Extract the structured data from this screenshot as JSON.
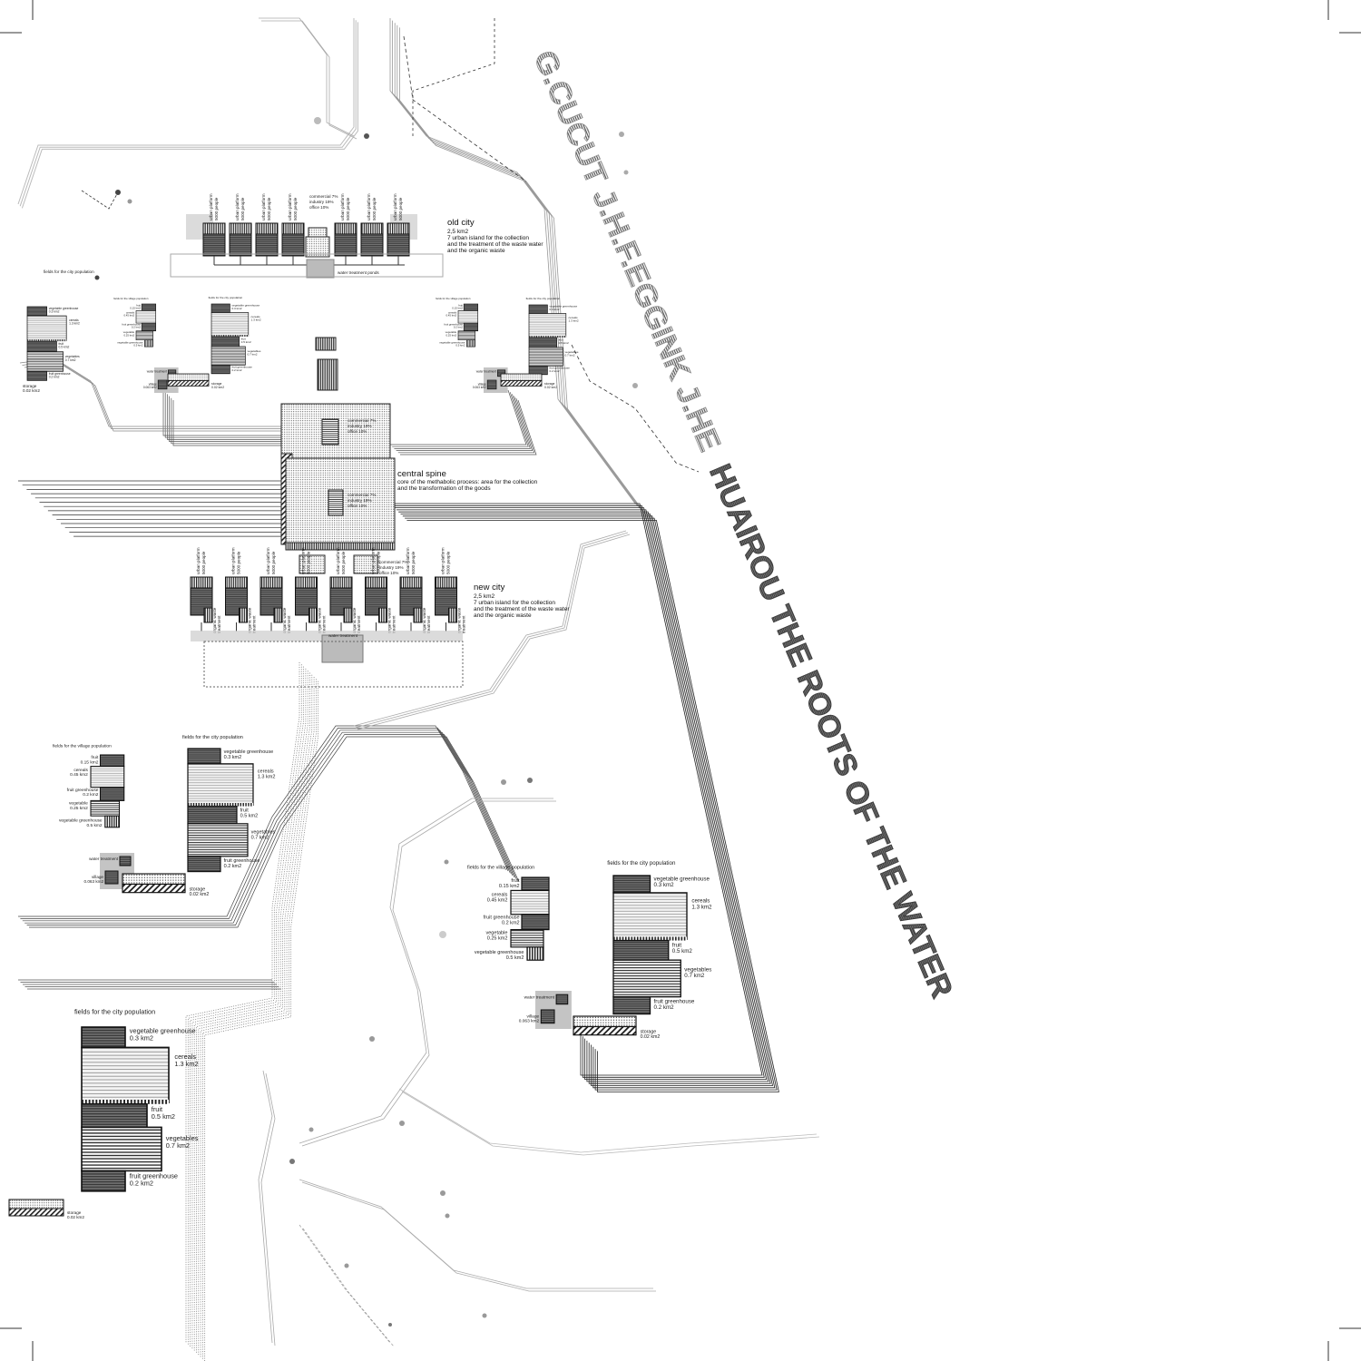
{
  "poster": {
    "authors": "G.CUCUT J.H.F.EGGINK J.HE",
    "title": "HUAIROU THE ROOTS OF THE WATER",
    "colors": {
      "ink": "#1a1a1a",
      "grey_road": "#b8b8b8",
      "shade": "#bdbdbd",
      "title_grey": "#8a8a8a",
      "title_dark": "#3a3a3a"
    }
  },
  "old_city": {
    "name": "old city",
    "area": "2,5 km2",
    "desc": [
      "7 urban island for the collection",
      "and the treatment of the waste water",
      "and the organic waste"
    ],
    "platform_label": [
      "urban platform",
      "5000 people"
    ],
    "mix": [
      "commercial 7%",
      "industry 19%",
      "office 10%"
    ],
    "ponds": "water treatment ponds"
  },
  "central_spine": {
    "name": "central spine",
    "desc": [
      "core of the methabolic process: area for the collection",
      "and the transformation of the goods"
    ],
    "mix": [
      "commercial 7%",
      "industry 19%",
      "office 10%"
    ]
  },
  "new_city": {
    "name": "new city",
    "area": "2,5 km2",
    "desc": [
      "7 urban island for the collection",
      "and the treatment of the waste water",
      "and the organic waste"
    ],
    "platform_label": [
      "urban platform",
      "5000 people"
    ],
    "mix": [
      "commercial 7%",
      "industry 19%",
      "office 10%"
    ],
    "waste_label": [
      "organic waste",
      "treatment"
    ],
    "water_treatment": "water treatment"
  },
  "top_fields_label": "fields for the city population",
  "unit_labels": {
    "village_fields": "fields for the village population",
    "city_fields": "fields for the city population",
    "veg_greenhouse_big": [
      "vegetable greenhouse",
      "0.3 km2"
    ],
    "cereals_big": [
      "cereals",
      "1.3 km2"
    ],
    "fruit_big": [
      "fruit",
      "0.5 km2"
    ],
    "vegetables_big": [
      "vegetables",
      "0.7 km2"
    ],
    "fruit_greenhouse_big": [
      "fruit greenhouse",
      "0.2 km2"
    ],
    "storage": [
      "storage",
      "0.02 km2"
    ],
    "fruit_small": [
      "fruit",
      "0.15 km2"
    ],
    "cereals_small": [
      "cereals",
      "0.45 km2"
    ],
    "fruit_greenhouse_small": [
      "fruit greenhouse",
      "0.2 km2"
    ],
    "vegetable_small": [
      "vegetable",
      "0.25 km2"
    ],
    "veg_greenhouse_small": [
      "vegetable greenhouse",
      "0.5 km2"
    ],
    "water_treatment": "water treatment",
    "village": [
      "village",
      "0.063 km2"
    ]
  }
}
